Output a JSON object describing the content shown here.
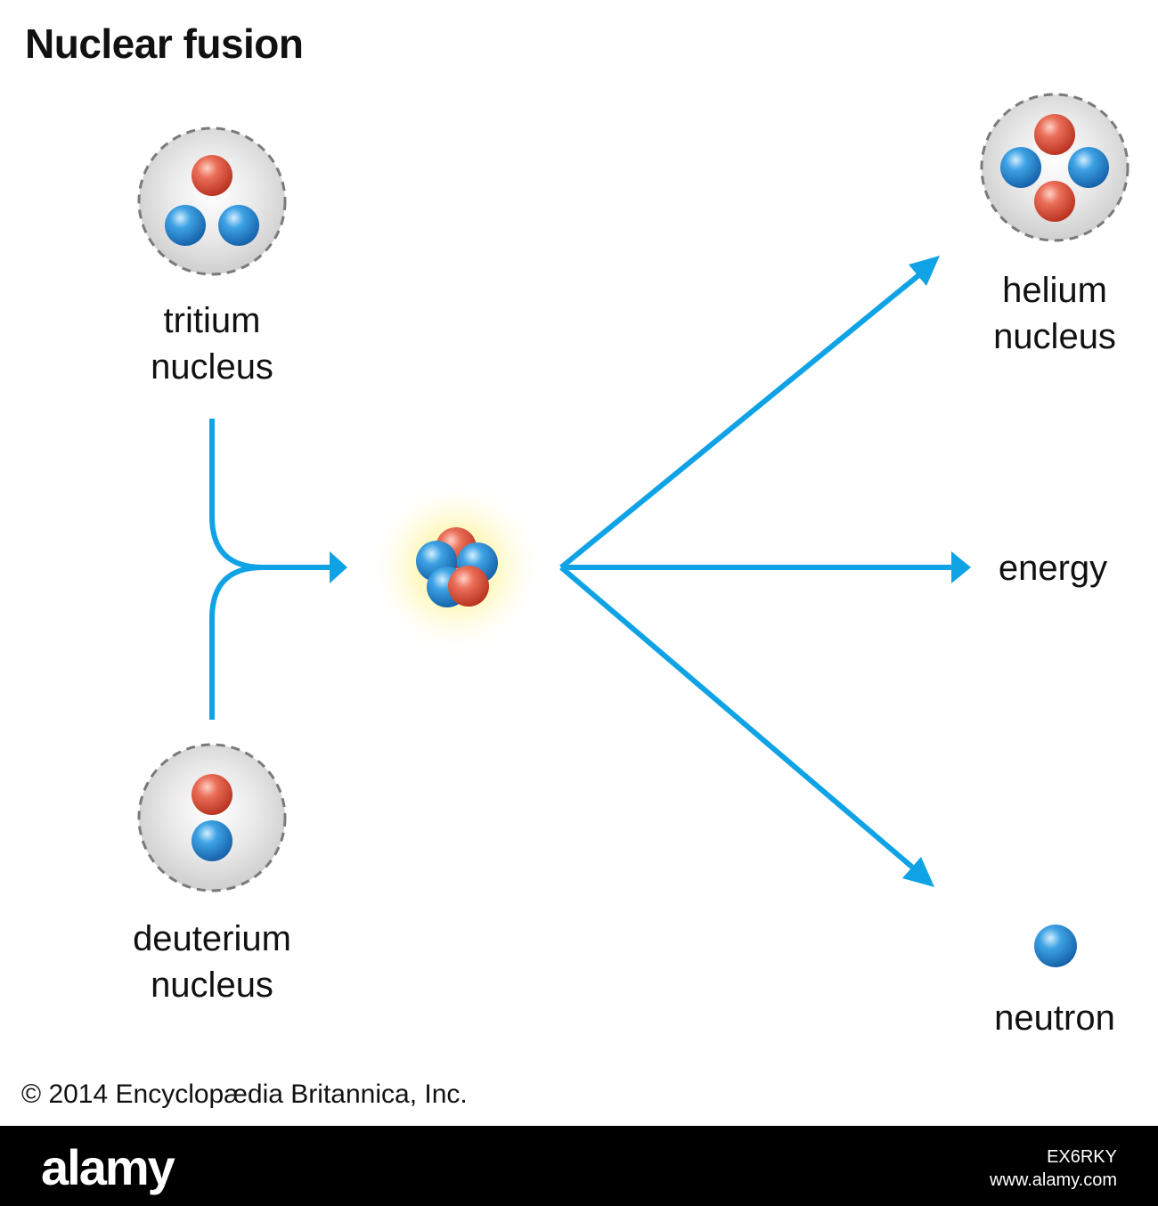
{
  "title": "Nuclear fusion",
  "labels": {
    "tritium": [
      "tritium",
      "nucleus"
    ],
    "deuterium": [
      "deuterium",
      "nucleus"
    ],
    "helium": [
      "helium",
      "nucleus"
    ],
    "energy": "energy",
    "neutron": "neutron"
  },
  "copyright": "© 2014 Encyclopædia Britannica, Inc.",
  "watermark": {
    "logo": "alamy",
    "image_id": "EX6RKY",
    "url": "www.alamy.com"
  },
  "colors": {
    "arrow": "#0fa3e6",
    "proton": "#e0533f",
    "neutron": "#2e8fd3",
    "nucleus_bg": "#d6d6d6",
    "nucleus_border": "#7a7a7a",
    "glow": "#fff27a"
  }
}
